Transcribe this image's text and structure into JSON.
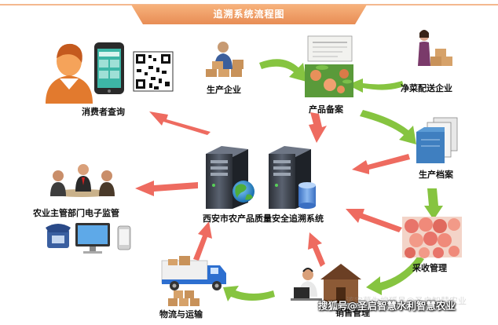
{
  "title": "追溯系统流程图",
  "nodes": {
    "consumer_query": "消费者查询",
    "producer": "生产企业",
    "product_registration": "产品备案",
    "clean_veg_delivery": "净菜配送企业",
    "production_archive": "生产档案",
    "agri_supervision": "农业主管部门电子监管",
    "central_system": "西安市农产品质量安全追溯系统",
    "harvest_management": "采收管理",
    "logistics": "物流与运输",
    "sales_management": "销售管理"
  },
  "watermark": {
    "main": "搜狐号@圣启智慧水利智慧农业",
    "faint": "该字幕为搜狐号@圣启智慧农业"
  },
  "colors": {
    "banner": "#f0a06a",
    "arrow_red": "#ee6b60",
    "arrow_green": "#86c440"
  }
}
